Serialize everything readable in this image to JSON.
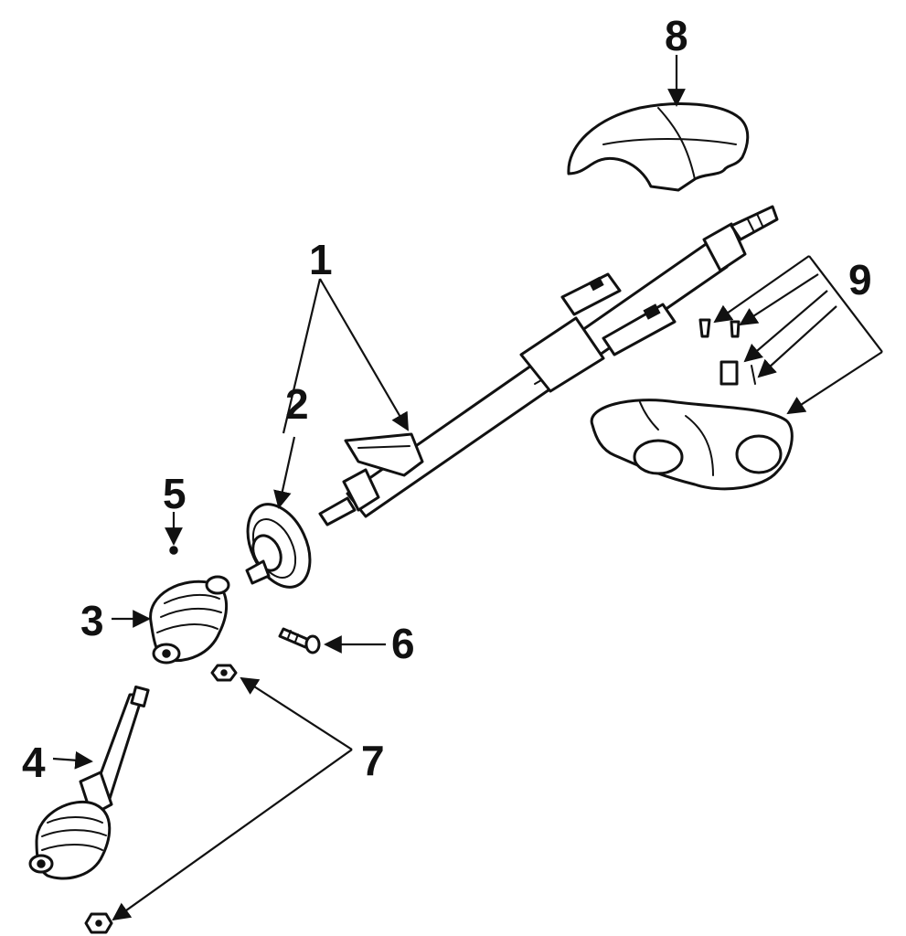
{
  "diagram": {
    "callouts": [
      {
        "id": "1",
        "label": "1"
      },
      {
        "id": "2",
        "label": "2"
      },
      {
        "id": "3",
        "label": "3"
      },
      {
        "id": "4",
        "label": "4"
      },
      {
        "id": "5",
        "label": "5"
      },
      {
        "id": "6",
        "label": "6"
      },
      {
        "id": "7",
        "label": "7"
      },
      {
        "id": "8",
        "label": "8"
      },
      {
        "id": "9",
        "label": "9"
      }
    ],
    "colors": {
      "ink": "#111111",
      "background": "#ffffff"
    }
  }
}
